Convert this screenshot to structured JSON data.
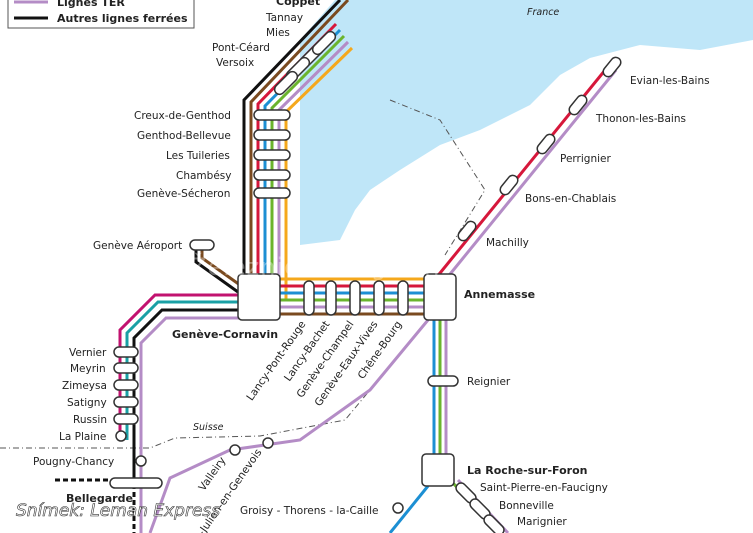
{
  "legend": {
    "ter_label": "Lignes TER",
    "rail_label": "Autres lignes ferrées"
  },
  "regions": {
    "france": "France",
    "suisse": "Suisse"
  },
  "hubs": {
    "cornavin": "Genève-Cornavin",
    "annemasse": "Annemasse",
    "roche": "La Roche-sur-Foron",
    "bellegarde": "Bellegarde"
  },
  "stations": {
    "coppet": "Coppet",
    "tannay": "Tannay",
    "mies": "Mies",
    "pont_ceard": "Pont-Céard",
    "versoix": "Versoix",
    "creux": "Creux-de-Genthod",
    "genthod": "Genthod-Bellevue",
    "tuileries": "Les Tuileries",
    "chambesy": "Chambésy",
    "secheron": "Genève-Sécheron",
    "aeroport": "Genève Aéroport",
    "evian": "Evian-les-Bains",
    "thonon": "Thonon-les-Bains",
    "perrignier": "Perrignier",
    "bons": "Bons-en-Chablais",
    "machilly": "Machilly",
    "lancy_pr": "Lancy-Pont-Rouge",
    "lancy_b": "Lancy-Bachet",
    "champel": "Genève-Champel",
    "eaux_vives": "Genève-Eaux-Vives",
    "chene": "Chêne-Bourg",
    "reignier": "Reignier",
    "vernier": "Vernier",
    "meyrin": "Meyrin",
    "zimeysa": "Zimeysa",
    "satigny": "Satigny",
    "russin": "Russin",
    "la_plaine": "La Plaine",
    "pougny": "Pougny-Chancy",
    "vallery": "Valleiry",
    "st_julien": "St-Julien-en-Genevois",
    "groisy": "Groisy - Thorens - la-Caille",
    "st_pierre": "Saint-Pierre-en-Faucigny",
    "bonneville": "Bonneville",
    "marignier": "Marignier"
  },
  "watermark": "Železniční magazín",
  "credit": "Snímek: Leman Express",
  "colors": {
    "lake": "#bfe6f8",
    "red": "#d6173b",
    "magenta": "#c2126f",
    "orange": "#f5a81c",
    "green": "#6ab42d",
    "blue": "#1c8fd3",
    "teal": "#1aa0a5",
    "purple": "#b48cc6",
    "brown": "#7a4a1f",
    "black": "#111111"
  }
}
